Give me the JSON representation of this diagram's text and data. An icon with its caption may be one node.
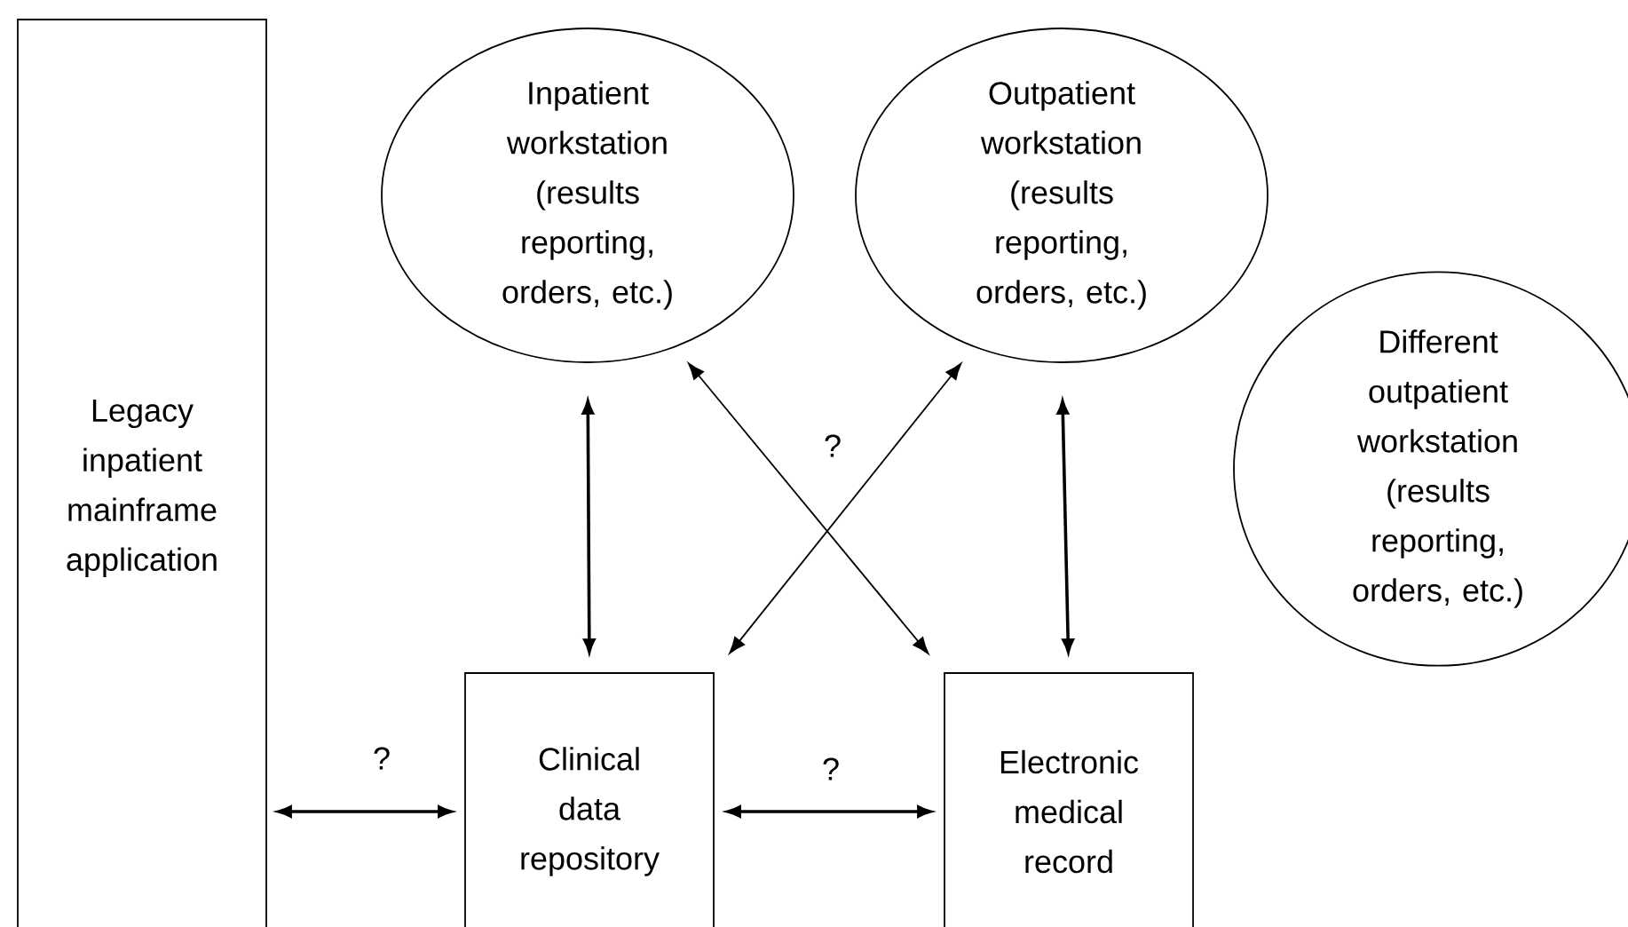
{
  "diagram": {
    "nodes": [
      {
        "text": [
          "Legacy inpatient mainframe application"
        ]
      },
      {
        "text": [
          "Inpatient workstation (results reporting, orders, etc.)"
        ]
      },
      {
        "text": [
          "Outpatient workstation (results reporting, orders, etc.)"
        ]
      },
      {
        "text": [
          "Different outpatient workstation (results reporting, orders, etc.)"
        ]
      },
      {
        "text": [
          "Clinical data repository"
        ]
      },
      {
        "text": [
          "Electronic medical record"
        ]
      }
    ],
    "edges": [
      {
        "from": 1,
        "to": 4,
        "arrow": "both"
      },
      {
        "from": 2,
        "to": 5,
        "arrow": "both"
      },
      {
        "from": 1,
        "to": 5,
        "arrow": "both",
        "label": "?"
      },
      {
        "from": 2,
        "to": 4,
        "arrow": "both"
      },
      {
        "from": 0,
        "to": 4,
        "arrow": "both",
        "label": "?"
      },
      {
        "from": 4,
        "to": 5,
        "arrow": "both",
        "label": "?"
      }
    ]
  }
}
